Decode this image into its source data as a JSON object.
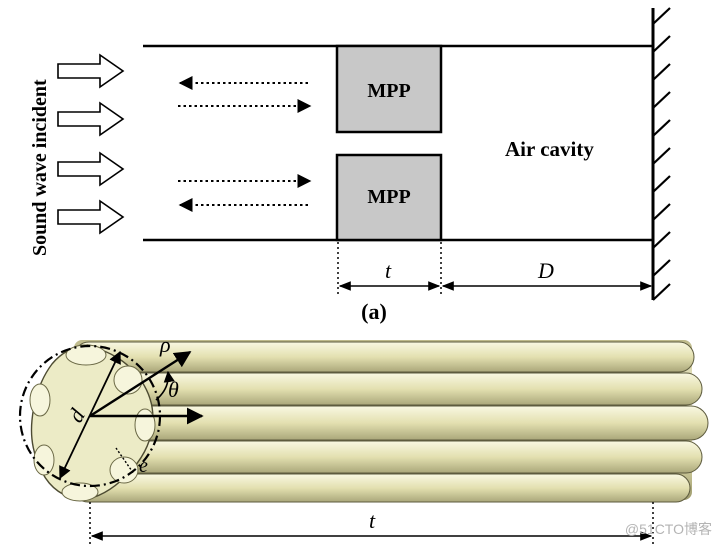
{
  "panel_a": {
    "side_label": "Sound wave incident",
    "block_top": "MPP",
    "block_bottom": "MPP",
    "cavity_label": "Air cavity",
    "dim_thickness": "t",
    "dim_depth": "D",
    "caption": "(a)"
  },
  "panel_b": {
    "label_rho": "ρ",
    "label_theta": "θ",
    "label_d": "d",
    "label_e": "e",
    "label_length": "t"
  },
  "watermark": "@51CTO博客",
  "colors": {
    "mpp_fill": "#c8c8c8",
    "tube_base": "#e6e3b4",
    "tube_dark": "#a9a678",
    "tube_light": "#f7f5d6",
    "line": "#000000"
  }
}
